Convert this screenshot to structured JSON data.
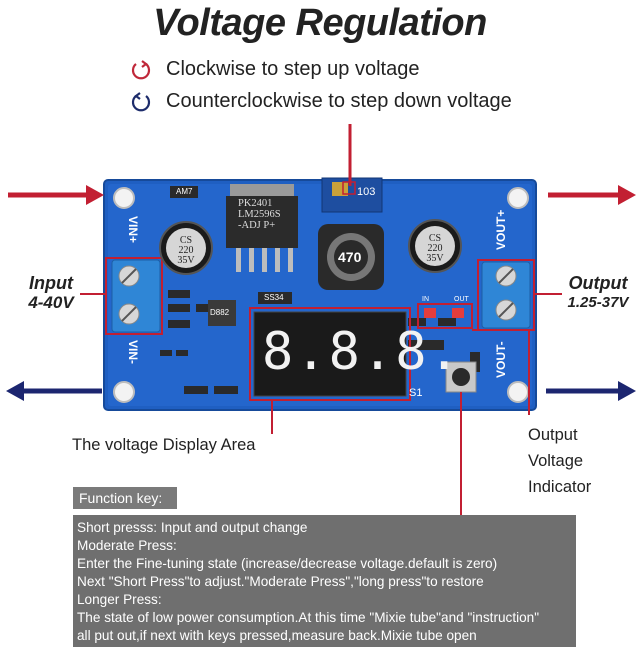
{
  "title": "Voltage Regulation",
  "legend": {
    "cw": "Clockwise to step up voltage",
    "ccw": "Counterclockwise to step down voltage",
    "cw_color": "#c0283a",
    "ccw_color": "#1d2c6b"
  },
  "input_label": {
    "name": "Input",
    "range": "4-40V"
  },
  "output_label": {
    "name": "Output",
    "range": "1.25-37V"
  },
  "display_area_label": "The voltage Display Area",
  "indicator_label": [
    "Output",
    "Voltage",
    "Indicator"
  ],
  "board": {
    "vin_plus": "VIN+",
    "vin_minus": "VIN-",
    "vout_plus": "VOUT+",
    "vout_minus": "VOUT-",
    "chip_lines": [
      "PK2401",
      "LM2596S",
      "-ADJ   P+"
    ],
    "cap_lines": [
      "CS",
      "220",
      "35V"
    ],
    "inductor": "470",
    "pot": "103",
    "diode": "SS34",
    "transistor": "D882",
    "s1": "S1",
    "in": "IN",
    "out": "OUT",
    "am": "AM7",
    "display_digits": "8.8.8."
  },
  "function_key": {
    "header": "Function key:",
    "lines": [
      "Short presss: Input and output change",
      "Moderate Press:",
      "Enter the Fine-tuning state (increase/decrease voltage.default is zero)",
      "Next \"Short  Press\"to adjust.\"Moderate Press\",\"long press\"to restore",
      "Longer Press:",
      "The state of low power consumption.At this time \"Mixie tube\"and \"instruction\"",
      "all put out,if next with keys pressed,measure back.Mixie tube open"
    ]
  },
  "colors": {
    "arrow_red": "#c21f32",
    "arrow_blue": "#1c2670",
    "pcb": "#1f5fc2",
    "box_gray": "#6f6f6f"
  }
}
